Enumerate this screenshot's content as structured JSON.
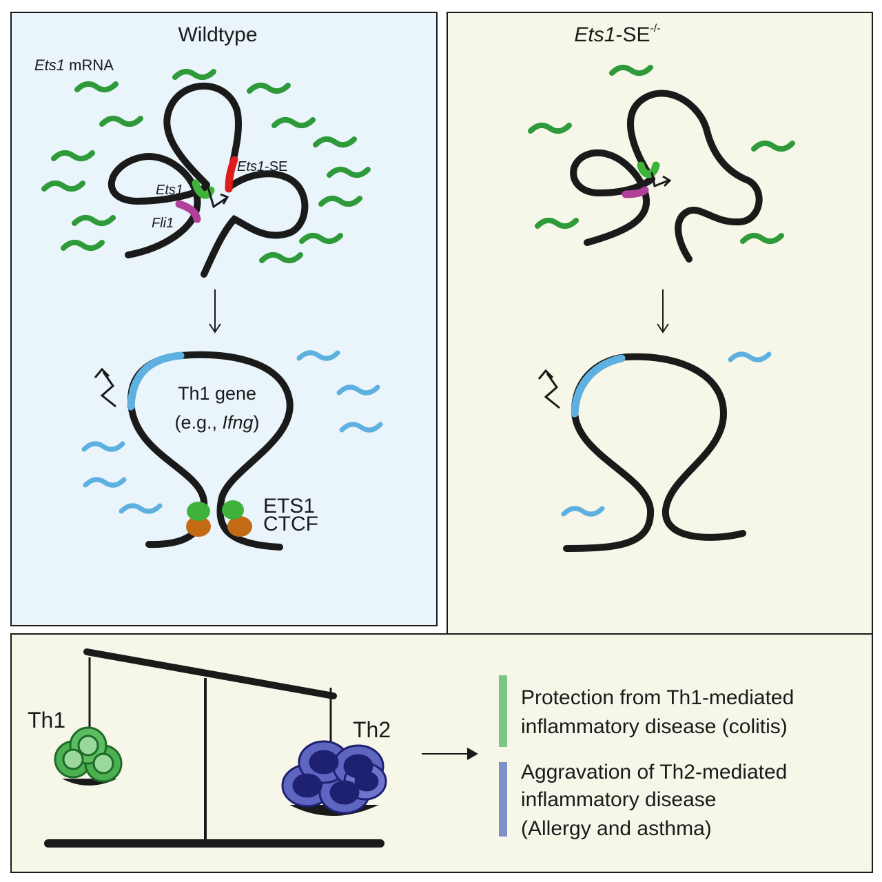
{
  "panels": {
    "wildtype": {
      "title": "Wildtype",
      "mrna_label_italic": "Ets1",
      "mrna_label_rest": " mRNA",
      "se_label_italic": "Ets1",
      "se_label_rest": "-SE",
      "ets1_gene_label": "Ets1",
      "fli1_gene_label": "Fli1",
      "th1_gene_line1": "Th1 gene",
      "th1_gene_line2_a": "(e.g., ",
      "th1_gene_line2_italic": "Ifng",
      "th1_gene_line2_b": ")",
      "ets1_protein_label": "ETS1",
      "ctcf_protein_label": "CTCF"
    },
    "knockout": {
      "title_italic": "Ets1",
      "title_rest": "-SE",
      "title_sup": "-/-"
    }
  },
  "outcome": {
    "th1_label": "Th1",
    "th2_label": "Th2",
    "protection_line1": "Protection from Th1-mediated",
    "protection_line2": "inflammatory disease (colitis)",
    "aggravation_line1": "Aggravation of Th2-mediated",
    "aggravation_line2": "inflammatory disease",
    "aggravation_line3": "(Allergy and asthma)"
  },
  "colors": {
    "wildtype_bg": "#eaf4fb",
    "knockout_bg": "#f6f7e8",
    "ets1_mrna": "#2e9a3a",
    "th1_mrna": "#5db0e0",
    "chromatin": "#1a1a1a",
    "super_enhancer": "#e01b1b",
    "fli1": "#b0409a",
    "ets1_protein": "#3fb23a",
    "ctcf_protein": "#c26b14",
    "th1_cell": "#2e9a3a",
    "th2_cell": "#3a3f9e",
    "protection_bar": "#7cc488",
    "aggravation_bar": "#8090c8"
  }
}
